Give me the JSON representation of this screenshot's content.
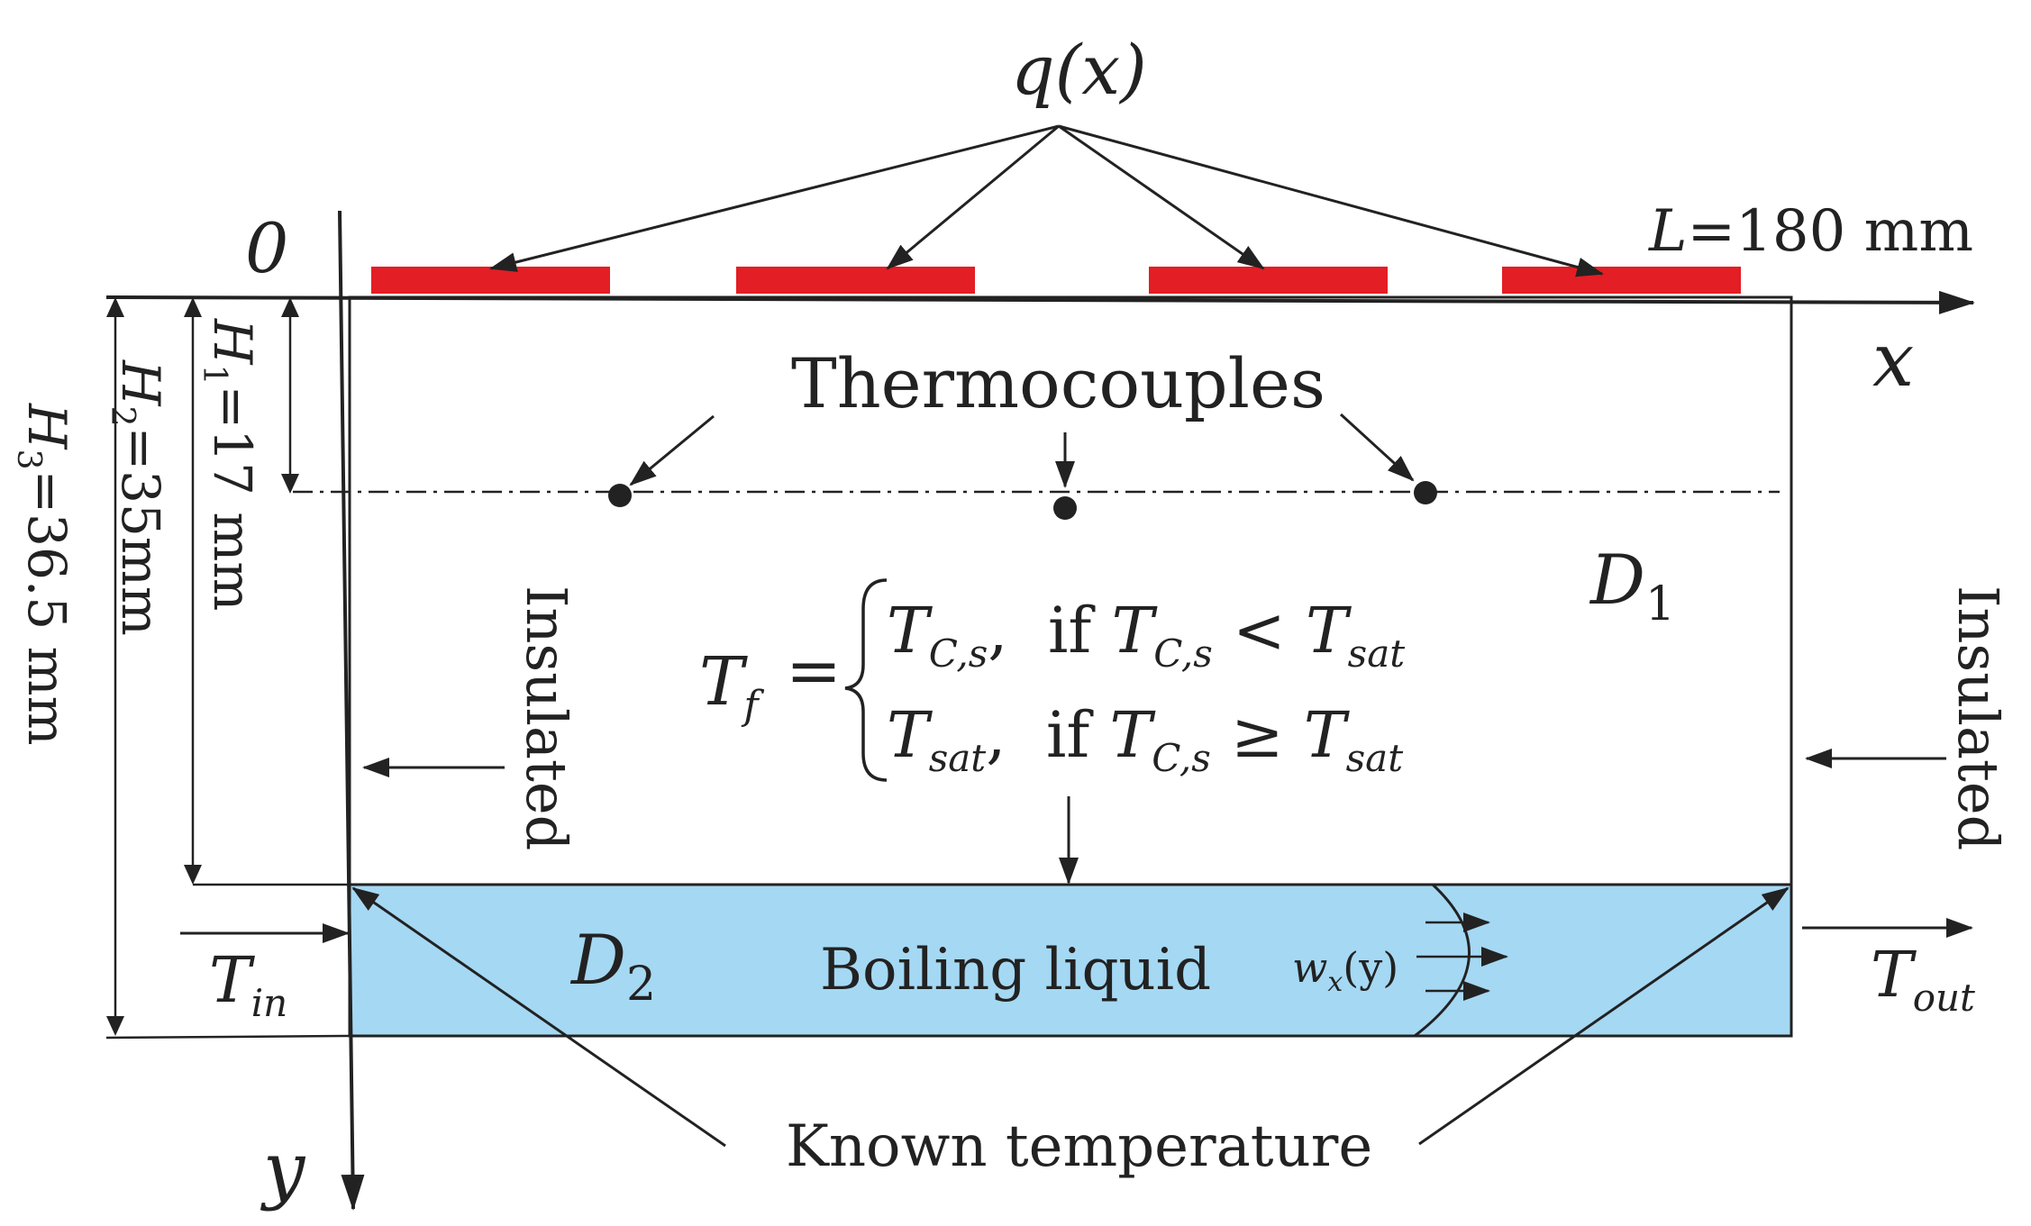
{
  "labels": {
    "heat_flux": "q(x)",
    "length": "=180 mm",
    "length_symbol": "L",
    "origin": "0",
    "x_axis": "x",
    "y_axis": "y",
    "thermocouples": "Thermocouples",
    "domain1": "D",
    "domain1_sub": "1",
    "domain2": "D",
    "domain2_sub": "2",
    "insulated_left": "Insulated",
    "insulated_right": "Insulated",
    "boiling_liquid": "Boiling liquid",
    "known_temperature": "Known temperature",
    "h1_symbol": "H",
    "h1_sub": "1",
    "h1_value": "=17 mm",
    "h2_symbol": "H",
    "h2_sub": "2",
    "h2_value": "=35mm",
    "h3_symbol": "H",
    "h3_sub": "3",
    "h3_value": "=36.5 mm",
    "t_in": "T",
    "t_in_sub": "in",
    "t_out": "T",
    "t_out_sub": "out",
    "velocity": "w",
    "velocity_sub": "x",
    "velocity_arg": "(y)"
  },
  "equation": {
    "lhs": "T",
    "lhs_sub": "f",
    "equals": "=",
    "case1_var": "T",
    "case1_var_sub": "C,s",
    "case1_cond": ",  if ",
    "case1_cmp_var": "T",
    "case1_cmp_sub": "C,s",
    "case1_op": " < ",
    "case1_rhs": "T",
    "case1_rhs_sub": "sat",
    "case2_var": "T",
    "case2_var_sub": "sat",
    "case2_cond": ",  if ",
    "case2_cmp_var": "T",
    "case2_cmp_sub": "C,s",
    "case2_op": " ≥ ",
    "case2_rhs": "T",
    "case2_rhs_sub": "sat"
  },
  "colors": {
    "heater": "#e31e24",
    "liquid": "#a5d8f3",
    "line": "#222222"
  },
  "heater_count": 4,
  "thermocouple_count": 3
}
